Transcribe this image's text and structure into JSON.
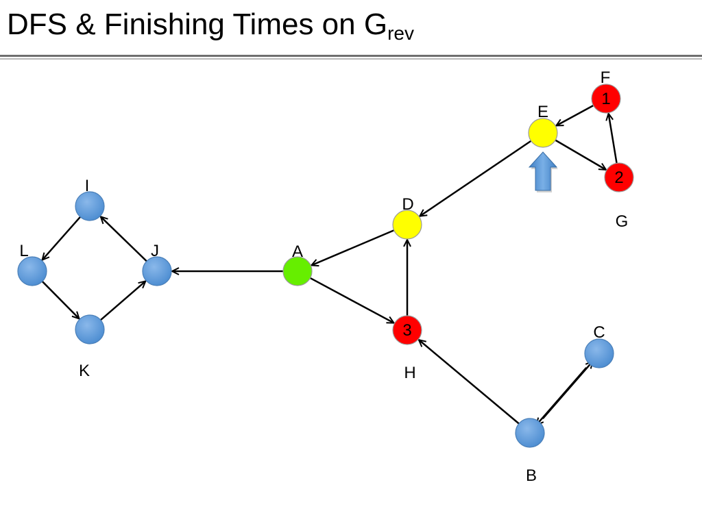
{
  "slide": {
    "title_main": "DFS & Finishing Times on G",
    "title_sub": "rev"
  },
  "colors": {
    "unvisited": "#5b9bd5",
    "active": "#ffff00",
    "start": "#66ee00",
    "finished": "#ff0000",
    "pointer_arrow": "#5b9bd5",
    "edge": "#000000"
  },
  "graph": {
    "nodes": {
      "A": {
        "label": "A",
        "state": "start",
        "finish": ""
      },
      "B": {
        "label": "B",
        "state": "unvisited",
        "finish": ""
      },
      "C": {
        "label": "C",
        "state": "unvisited",
        "finish": ""
      },
      "D": {
        "label": "D",
        "state": "active",
        "finish": ""
      },
      "E": {
        "label": "E",
        "state": "active",
        "finish": ""
      },
      "F": {
        "label": "F",
        "state": "finished",
        "finish": "1"
      },
      "G": {
        "label": "G",
        "state": "finished",
        "finish": "2"
      },
      "H": {
        "label": "H",
        "state": "finished",
        "finish": "3"
      },
      "I": {
        "label": "I",
        "state": "unvisited",
        "finish": ""
      },
      "J": {
        "label": "J",
        "state": "unvisited",
        "finish": ""
      },
      "K": {
        "label": "K",
        "state": "unvisited",
        "finish": ""
      },
      "L": {
        "label": "L",
        "state": "unvisited",
        "finish": ""
      }
    },
    "edges": [
      {
        "from": "F",
        "to": "E"
      },
      {
        "from": "E",
        "to": "G"
      },
      {
        "from": "G",
        "to": "F"
      },
      {
        "from": "E",
        "to": "D"
      },
      {
        "from": "D",
        "to": "A"
      },
      {
        "from": "H",
        "to": "D"
      },
      {
        "from": "A",
        "to": "H"
      },
      {
        "from": "A",
        "to": "J"
      },
      {
        "from": "J",
        "to": "I"
      },
      {
        "from": "I",
        "to": "L"
      },
      {
        "from": "L",
        "to": "K"
      },
      {
        "from": "K",
        "to": "J"
      },
      {
        "from": "B",
        "to": "H"
      },
      {
        "from": "B",
        "to": "C"
      },
      {
        "from": "C",
        "to": "B"
      }
    ],
    "pointer": {
      "target": "E",
      "icon": "up-arrow-icon"
    }
  }
}
